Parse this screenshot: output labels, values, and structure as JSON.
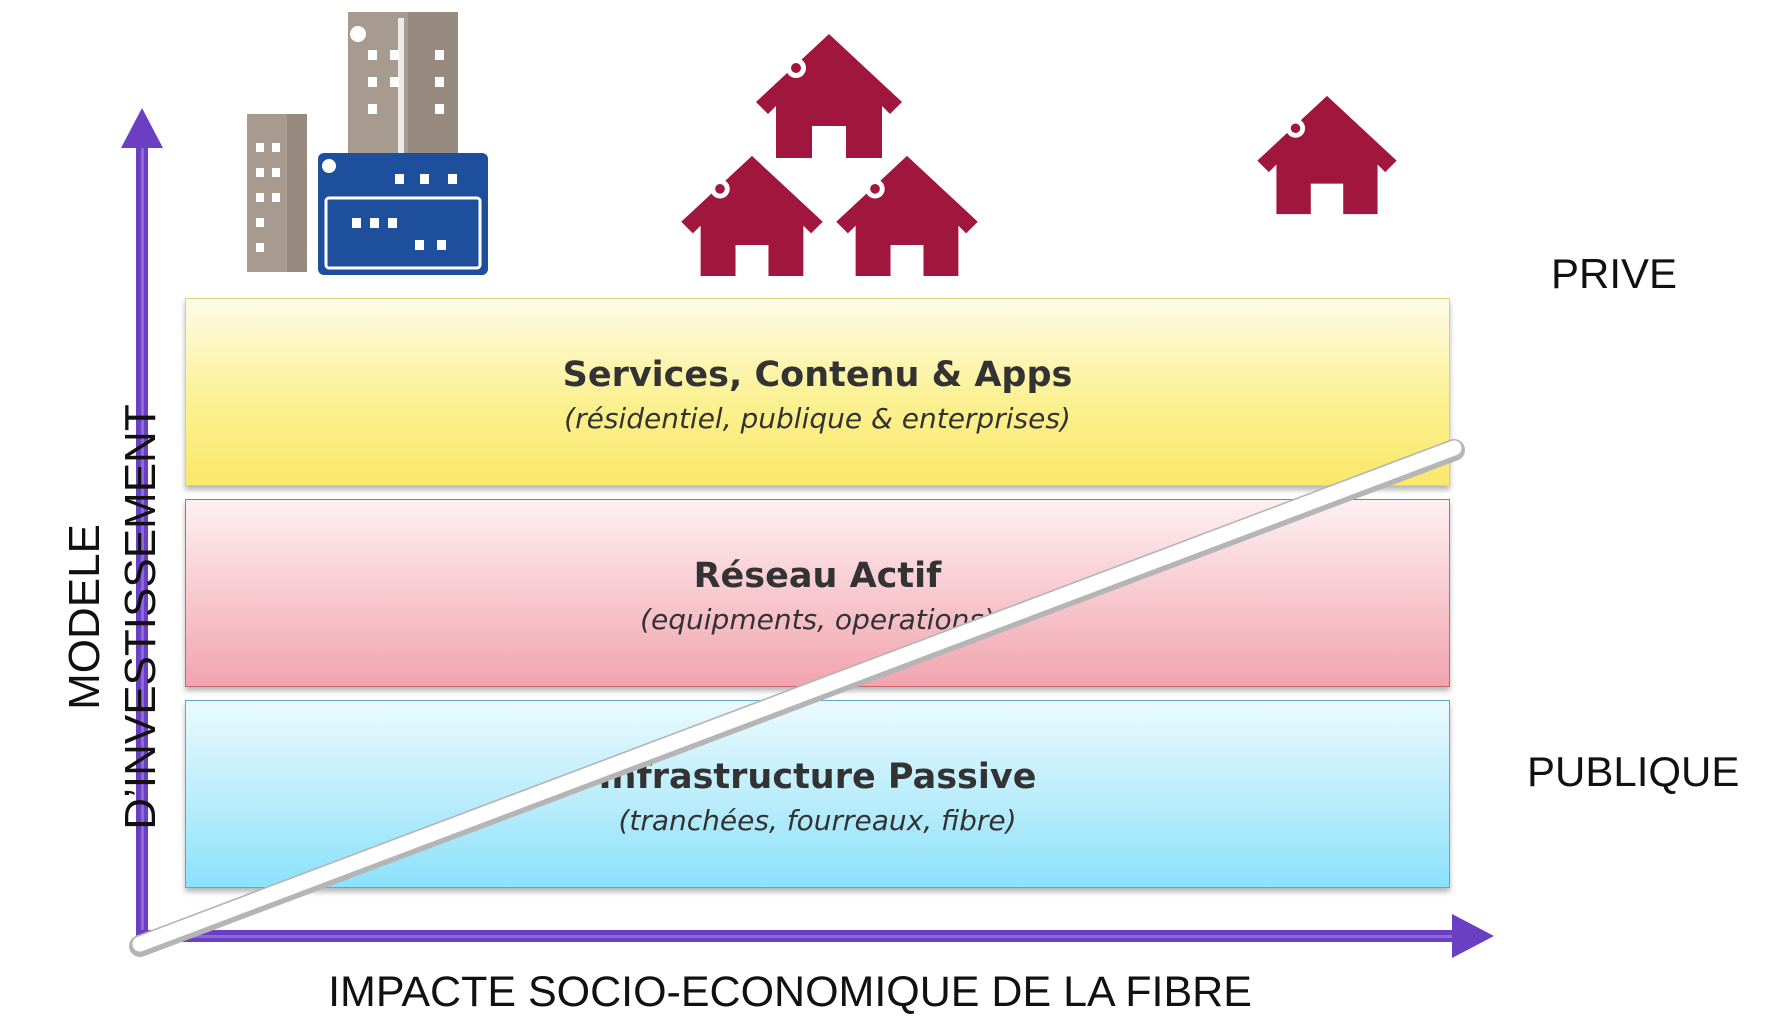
{
  "diagram": {
    "layers": [
      {
        "title": "Services, Contenu & Apps",
        "subtitle": "(résidentiel, publique & enterprises)"
      },
      {
        "title": "Réseau Actif",
        "subtitle": "(equipments, operations)"
      },
      {
        "title": "Infrastructure Passive",
        "subtitle": "(tranchées, fourreaux, fibre)"
      }
    ],
    "right_labels": {
      "top": "PRIVE",
      "bottom": "PUBLIQUE"
    },
    "x_axis_label": "IMPACTE SOCIO-ECONOMIQUE DE LA FIBRE",
    "y_axis_label": [
      "MODELE",
      "D’INVESTISSEMENT"
    ],
    "icons": [
      "buildings-icon",
      "house-icon",
      "house-icon",
      "house-icon",
      "house-icon"
    ],
    "colors": {
      "axis": "#6a3fc1",
      "house": "#a0163f",
      "building_gray": "#a79b8f",
      "building_blue": "#1d4f9c",
      "services_layer": "#fae86a",
      "active_layer": "#f1a4ae",
      "passive_layer": "#8be2fb"
    }
  }
}
